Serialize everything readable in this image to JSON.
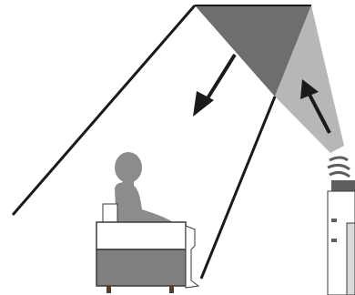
{
  "diagram": {
    "colors": {
      "background": "#ffffff",
      "line": "#1a1a1a",
      "reflected_light": "#6e6e6e",
      "projected_light": "#b7b7b7",
      "figure": "#8c8c8c",
      "chair_dark": "#7f7f7f",
      "chair_light": "#ffffff",
      "chair_outline": "#3a3a3a",
      "chair_legs": "#5b3b27",
      "projector": "#5f5f5f",
      "cabinet": "#d9d9d9"
    },
    "icons": [
      "ceiling-screen",
      "seated-person",
      "armchair",
      "projector",
      "light-beam",
      "direction-arrow"
    ]
  }
}
